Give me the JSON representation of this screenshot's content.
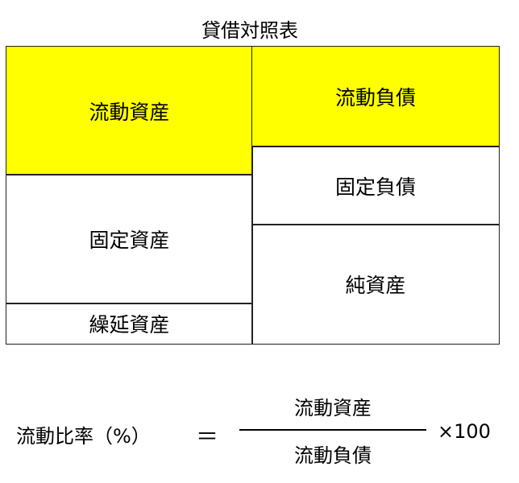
{
  "title": "貸借対照表",
  "colors": {
    "highlight": "#ffff00",
    "border": "#222222"
  },
  "assets": {
    "current": "流動資産",
    "fixed": "固定資産",
    "deferred": "繰延資産"
  },
  "liabilities": {
    "current": "流動負債",
    "fixed": "固定負債",
    "net_assets": "純資産"
  },
  "formula": {
    "label": "流動比率（%）",
    "equals": "＝",
    "numerator": "流動資産",
    "denominator": "流動負債",
    "multiplier": "×100"
  }
}
